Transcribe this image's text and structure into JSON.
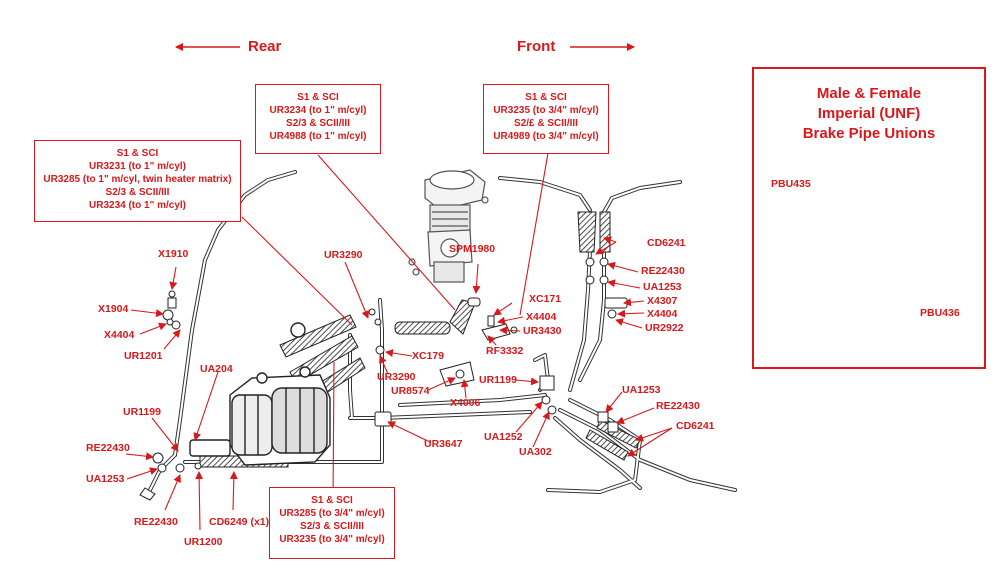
{
  "directions": {
    "rear": "Rear",
    "front": "Front"
  },
  "boxes": {
    "rear_mcyl": [
      "S1 & SCI",
      "UR3231 (to 1\" m/cyl)",
      "UR3285 (to 1\" m/cyl, twin heater matrix)",
      "S2/3 & SCII/III",
      "UR3234 (to 1\" m/cyl)"
    ],
    "center_mcyl": [
      "S1 & SCI",
      "UR3234 (to 1\" m/cyl)",
      "S2/3 & SCII/III",
      "UR4988 (to 1\" m/cyl)"
    ],
    "front_mcyl": [
      "S1 & SCI",
      "UR3235 (to 3/4\" m/cyl)",
      "S2/£ & SCII/III",
      "UR4989 (to 3/4\" m/cyl)"
    ],
    "bottom_mcyl": [
      "S1 & SCI",
      "UR3285 (to 3/4\" m/cyl)",
      "S2/3 & SCII/III",
      "UR3235 (to 3/4\" m/cyl)"
    ]
  },
  "labels": {
    "x1910": "X1910",
    "x1904": "X1904",
    "x4404_left": "X4404",
    "ur1201": "UR1201",
    "ur3290_top": "UR3290",
    "spm1980": "SPM1980",
    "xc171": "XC171",
    "x4404_mid": "X4404",
    "ur3430": "UR3430",
    "rf3332": "RF3332",
    "xc179": "XC179",
    "ur3290_mid": "UR3290",
    "ur8574": "UR8574",
    "x4006": "X4006",
    "ur1199_mid": "UR1199",
    "ur3647": "UR3647",
    "ua1252": "UA1252",
    "ua302": "UA302",
    "ua204": "UA204",
    "ur1199_left": "UR1199",
    "re22430_left": "RE22430",
    "ua1253_left": "UA1253",
    "re22430_bottom": "RE22430",
    "ur1200": "UR1200",
    "cd6249": "CD6249 (x1)",
    "cd6241_top": "CD6241",
    "re22430_top": "RE22430",
    "ua1253_top": "UA1253",
    "x4307": "X4307",
    "x4404_right": "X4404",
    "ur2922": "UR2922",
    "ua1253_right": "UA1253",
    "re22430_right": "RE22430",
    "cd6241_right": "CD6241"
  },
  "panel": {
    "title": [
      "Male & Female",
      "Imperial (UNF)",
      "Brake Pipe Unions"
    ],
    "male_part": "PBU435",
    "female_part": "PBU436"
  },
  "colors": {
    "accent": "#d7191c",
    "line": "#333333"
  }
}
